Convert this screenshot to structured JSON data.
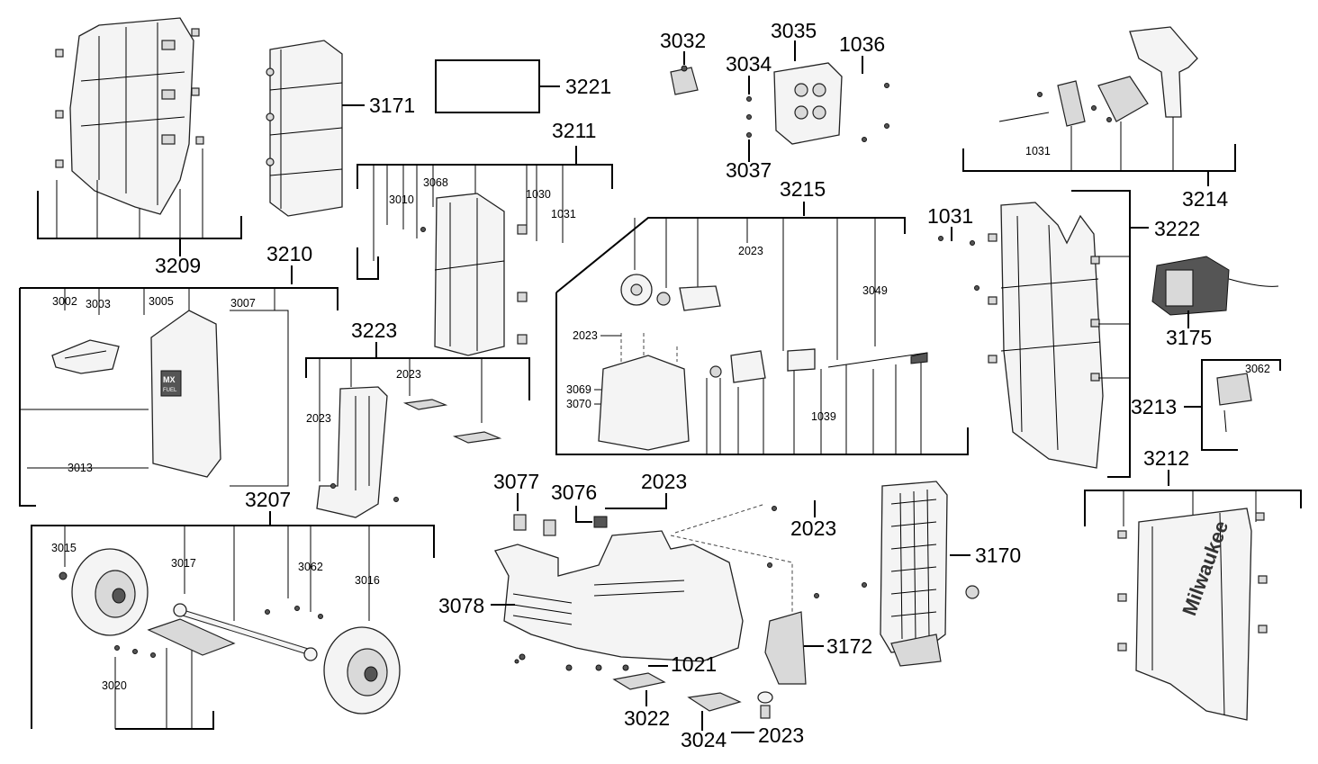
{
  "labels": {
    "l3032": "3032",
    "l3035": "3035",
    "l1036": "1036",
    "l3034": "3034",
    "l3037": "3037",
    "l3171": "3171",
    "l3221": "3221",
    "l3211": "3211",
    "l3068": "3068",
    "l3010": "3010",
    "l3030": "1030",
    "l1031a": "1031",
    "l3214": "3214",
    "l1031b": "1031",
    "l3215": "3215",
    "l2023a": "2023",
    "l3049": "3049",
    "l1031c": "1031",
    "l3222": "3222",
    "l3209": "3209",
    "l3210": "3210",
    "l3002": "3002",
    "l3003": "3003",
    "l3005": "3005",
    "l3007": "3007",
    "l3013": "3013",
    "l3223": "3223",
    "l2023b": "2023",
    "l2023c": "2023",
    "l2023d": "2023",
    "l3069": "3069",
    "l3070": "3070",
    "l1039": "1039",
    "l3175": "3175",
    "l3062a": "3062",
    "l3213": "3213",
    "l3212": "3212",
    "l3207": "3207",
    "l3015": "3015",
    "l3017": "3017",
    "l3062b": "3062",
    "l3016": "3016",
    "l3020": "3020",
    "l3077": "3077",
    "l3076": "3076",
    "l2023e": "2023",
    "l2023f": "2023",
    "l3170": "3170",
    "l3078": "3078",
    "l3172": "3172",
    "l1021": "1021",
    "l3022": "3022",
    "l3024": "3024",
    "l2023g": "2023"
  },
  "product_marks": {
    "mx_top": "MX",
    "mx_bottom": "FUEL",
    "brand_word": "Milwaukee"
  }
}
